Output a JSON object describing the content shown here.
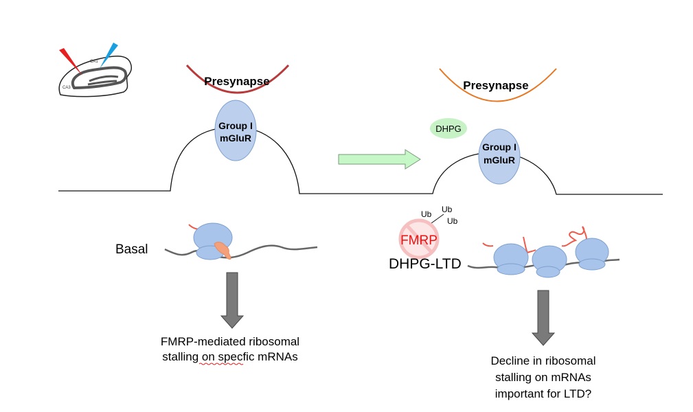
{
  "hippocampus": {
    "ca1": "CA1",
    "ca3": "CA3"
  },
  "left_panel": {
    "presynapse": "Presynapse",
    "receptor_line1": "Group I",
    "receptor_line2": "mGluR",
    "condition": "Basal",
    "outcome_line1": "FMRP-mediated ribosomal",
    "outcome_line2": "stalling on specfic mRNAs"
  },
  "right_panel": {
    "presynapse": "Presynapse",
    "agonist": "DHPG",
    "receptor_line1": "Group I",
    "receptor_line2": "mGluR",
    "ub1": "Ub",
    "ub2": "Ub",
    "ub3": "Ub",
    "fmrp": "FMRP",
    "condition": "DHPG-LTD",
    "outcome_line1": "Decline in ribosomal",
    "outcome_line2": "stalling on mRNAs",
    "outcome_line3": "important for LTD?"
  },
  "colors": {
    "presynapse_left": "#b83a3a",
    "presynapse_right": "#e87722",
    "receptor": "#bcd0ee",
    "agonist": "#c6f2c6",
    "fmrp_text": "#ee1111",
    "arrow_gray": "#7a7a7a"
  }
}
